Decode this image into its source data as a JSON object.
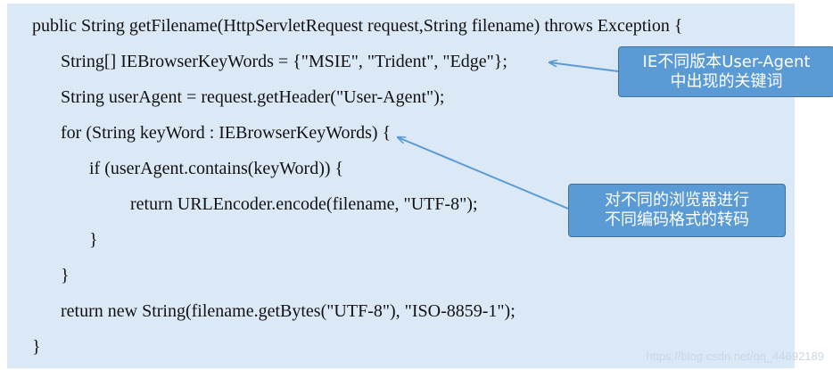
{
  "code": {
    "lines": [
      "public String getFilename(HttpServletRequest request,String filename) throws Exception {",
      "String[] IEBrowserKeyWords = {\"MSIE\", \"Trident\", \"Edge\"};",
      "String userAgent = request.getHeader(\"User-Agent\");",
      "for (String keyWord : IEBrowserKeyWords) {",
      "if (userAgent.contains(keyWord)) {",
      "return URLEncoder.encode(filename, \"UTF-8\");",
      "}",
      "}",
      "return new String(filename.getBytes(\"UTF-8\"), \"ISO-8859-1\");",
      "}"
    ]
  },
  "callouts": {
    "keywords": {
      "line1": "IE不同版本User-Agent",
      "line2": "中出现的关键词"
    },
    "encoding": {
      "line1": "对不同的浏览器进行",
      "line2": "不同编码格式的转码"
    }
  },
  "watermark": "https://blog.csdn.net/qq_44692189",
  "colors": {
    "panel_background": "#dbe9f7",
    "callout_fill": "#5b9bd5",
    "callout_border": "#41719c",
    "arrow": "#5b9bd5"
  }
}
